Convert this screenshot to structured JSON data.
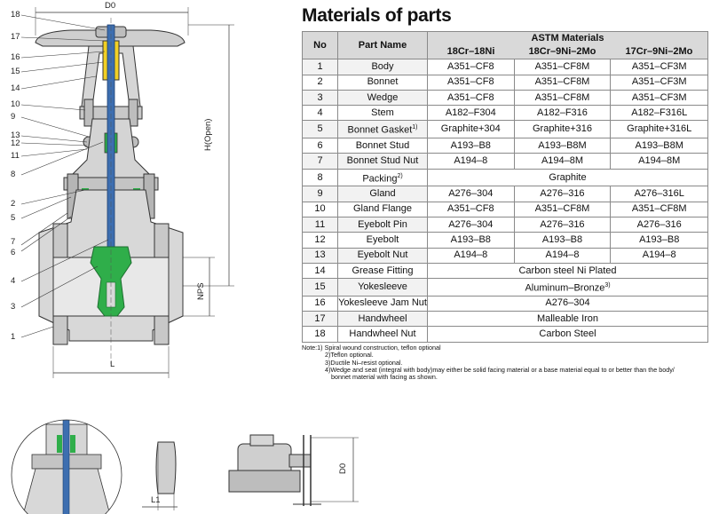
{
  "section_title": "Materials of parts",
  "table": {
    "headers": {
      "no": "No",
      "part_name": "Part Name",
      "astm": "ASTM Materials",
      "col1": "18Cr–18Ni",
      "col2": "18Cr–9Ni–2Mo",
      "col3": "17Cr–9Ni–2Mo"
    },
    "rows": [
      {
        "no": "1",
        "name": "Body",
        "sup": "",
        "c1": "A351–CF8",
        "c2": "A351–CF8M",
        "c3": "A351–CF3M",
        "span": ""
      },
      {
        "no": "2",
        "name": "Bonnet",
        "sup": "",
        "c1": "A351–CF8",
        "c2": "A351–CF8M",
        "c3": "A351–CF3M",
        "span": ""
      },
      {
        "no": "3",
        "name": "Wedge",
        "sup": "",
        "c1": "A351–CF8",
        "c2": "A351–CF8M",
        "c3": "A351–CF3M",
        "span": ""
      },
      {
        "no": "4",
        "name": "Stem",
        "sup": "",
        "c1": "A182–F304",
        "c2": "A182–F316",
        "c3": "A182–F316L",
        "span": ""
      },
      {
        "no": "5",
        "name": "Bonnet Gasket",
        "sup": "1)",
        "c1": "Graphite+304",
        "c2": "Graphite+316",
        "c3": "Graphite+316L",
        "span": ""
      },
      {
        "no": "6",
        "name": "Bonnet Stud",
        "sup": "",
        "c1": "A193–B8",
        "c2": "A193–B8M",
        "c3": "A193–B8M",
        "span": ""
      },
      {
        "no": "7",
        "name": "Bonnet Stud Nut",
        "sup": "",
        "c1": "A194–8",
        "c2": "A194–8M",
        "c3": "A194–8M",
        "span": ""
      },
      {
        "no": "8",
        "name": "Packing",
        "sup": "2)",
        "c1": "",
        "c2": "",
        "c3": "",
        "span": "Graphite",
        "span_sup": ""
      },
      {
        "no": "9",
        "name": "Gland",
        "sup": "",
        "c1": "A276–304",
        "c2": "A276–316",
        "c3": "A276–316L",
        "span": ""
      },
      {
        "no": "10",
        "name": "Gland Flange",
        "sup": "",
        "c1": "A351–CF8",
        "c2": "A351–CF8M",
        "c3": "A351–CF8M",
        "span": ""
      },
      {
        "no": "11",
        "name": "Eyebolt Pin",
        "sup": "",
        "c1": "A276–304",
        "c2": "A276–316",
        "c3": "A276–316",
        "span": ""
      },
      {
        "no": "12",
        "name": "Eyebolt",
        "sup": "",
        "c1": "A193–B8",
        "c2": "A193–B8",
        "c3": "A193–B8",
        "span": ""
      },
      {
        "no": "13",
        "name": "Eyebolt Nut",
        "sup": "",
        "c1": "A194–8",
        "c2": "A194–8",
        "c3": "A194–8",
        "span": ""
      },
      {
        "no": "14",
        "name": "Grease Fitting",
        "sup": "",
        "c1": "",
        "c2": "",
        "c3": "",
        "span": "Carbon steel Ni Plated",
        "span_sup": ""
      },
      {
        "no": "15",
        "name": "Yokesleeve",
        "sup": "",
        "c1": "",
        "c2": "",
        "c3": "",
        "span": "Aluminum–Bronze",
        "span_sup": "3)"
      },
      {
        "no": "16",
        "name": "Yokesleeve Jam Nut",
        "sup": "",
        "c1": "",
        "c2": "",
        "c3": "",
        "span": "A276–304",
        "span_sup": ""
      },
      {
        "no": "17",
        "name": "Handwheel",
        "sup": "",
        "c1": "",
        "c2": "",
        "c3": "",
        "span": "Malleable Iron",
        "span_sup": ""
      },
      {
        "no": "18",
        "name": "Handwheel Nut",
        "sup": "",
        "c1": "",
        "c2": "",
        "c3": "",
        "span": "Carbon Steel",
        "span_sup": ""
      }
    ]
  },
  "notes": {
    "n1": "Note:1) Spiral wound construction, teflon optional",
    "n2": "2)Teflon optional.",
    "n3": "3)Ductile Ni–resist optional.",
    "n4a": "4)Wedge and seat (integral with body)may either be solid facing material or a base material equal to or better than the body/",
    "n4b": "bonnet material with facing as shown."
  },
  "drawing": {
    "dim_top": "D0",
    "dim_height": "H(Open)",
    "dim_nps": "NPS",
    "dim_length": "L",
    "dim_l1": "L1",
    "dim_d0_small": "D0",
    "callouts": [
      "18",
      "17",
      "16",
      "15",
      "14",
      "10",
      "9",
      "13",
      "12",
      "11",
      "8",
      "2",
      "5",
      "7",
      "6",
      "4",
      "3",
      "1"
    ],
    "colors": {
      "metal": "#d4d4d4",
      "metal_dark": "#9a9a9a",
      "stem": "#3d6eb0",
      "wedge": "#2fae4a",
      "yoke_sleeve": "#f2d024",
      "line": "#333333"
    }
  }
}
